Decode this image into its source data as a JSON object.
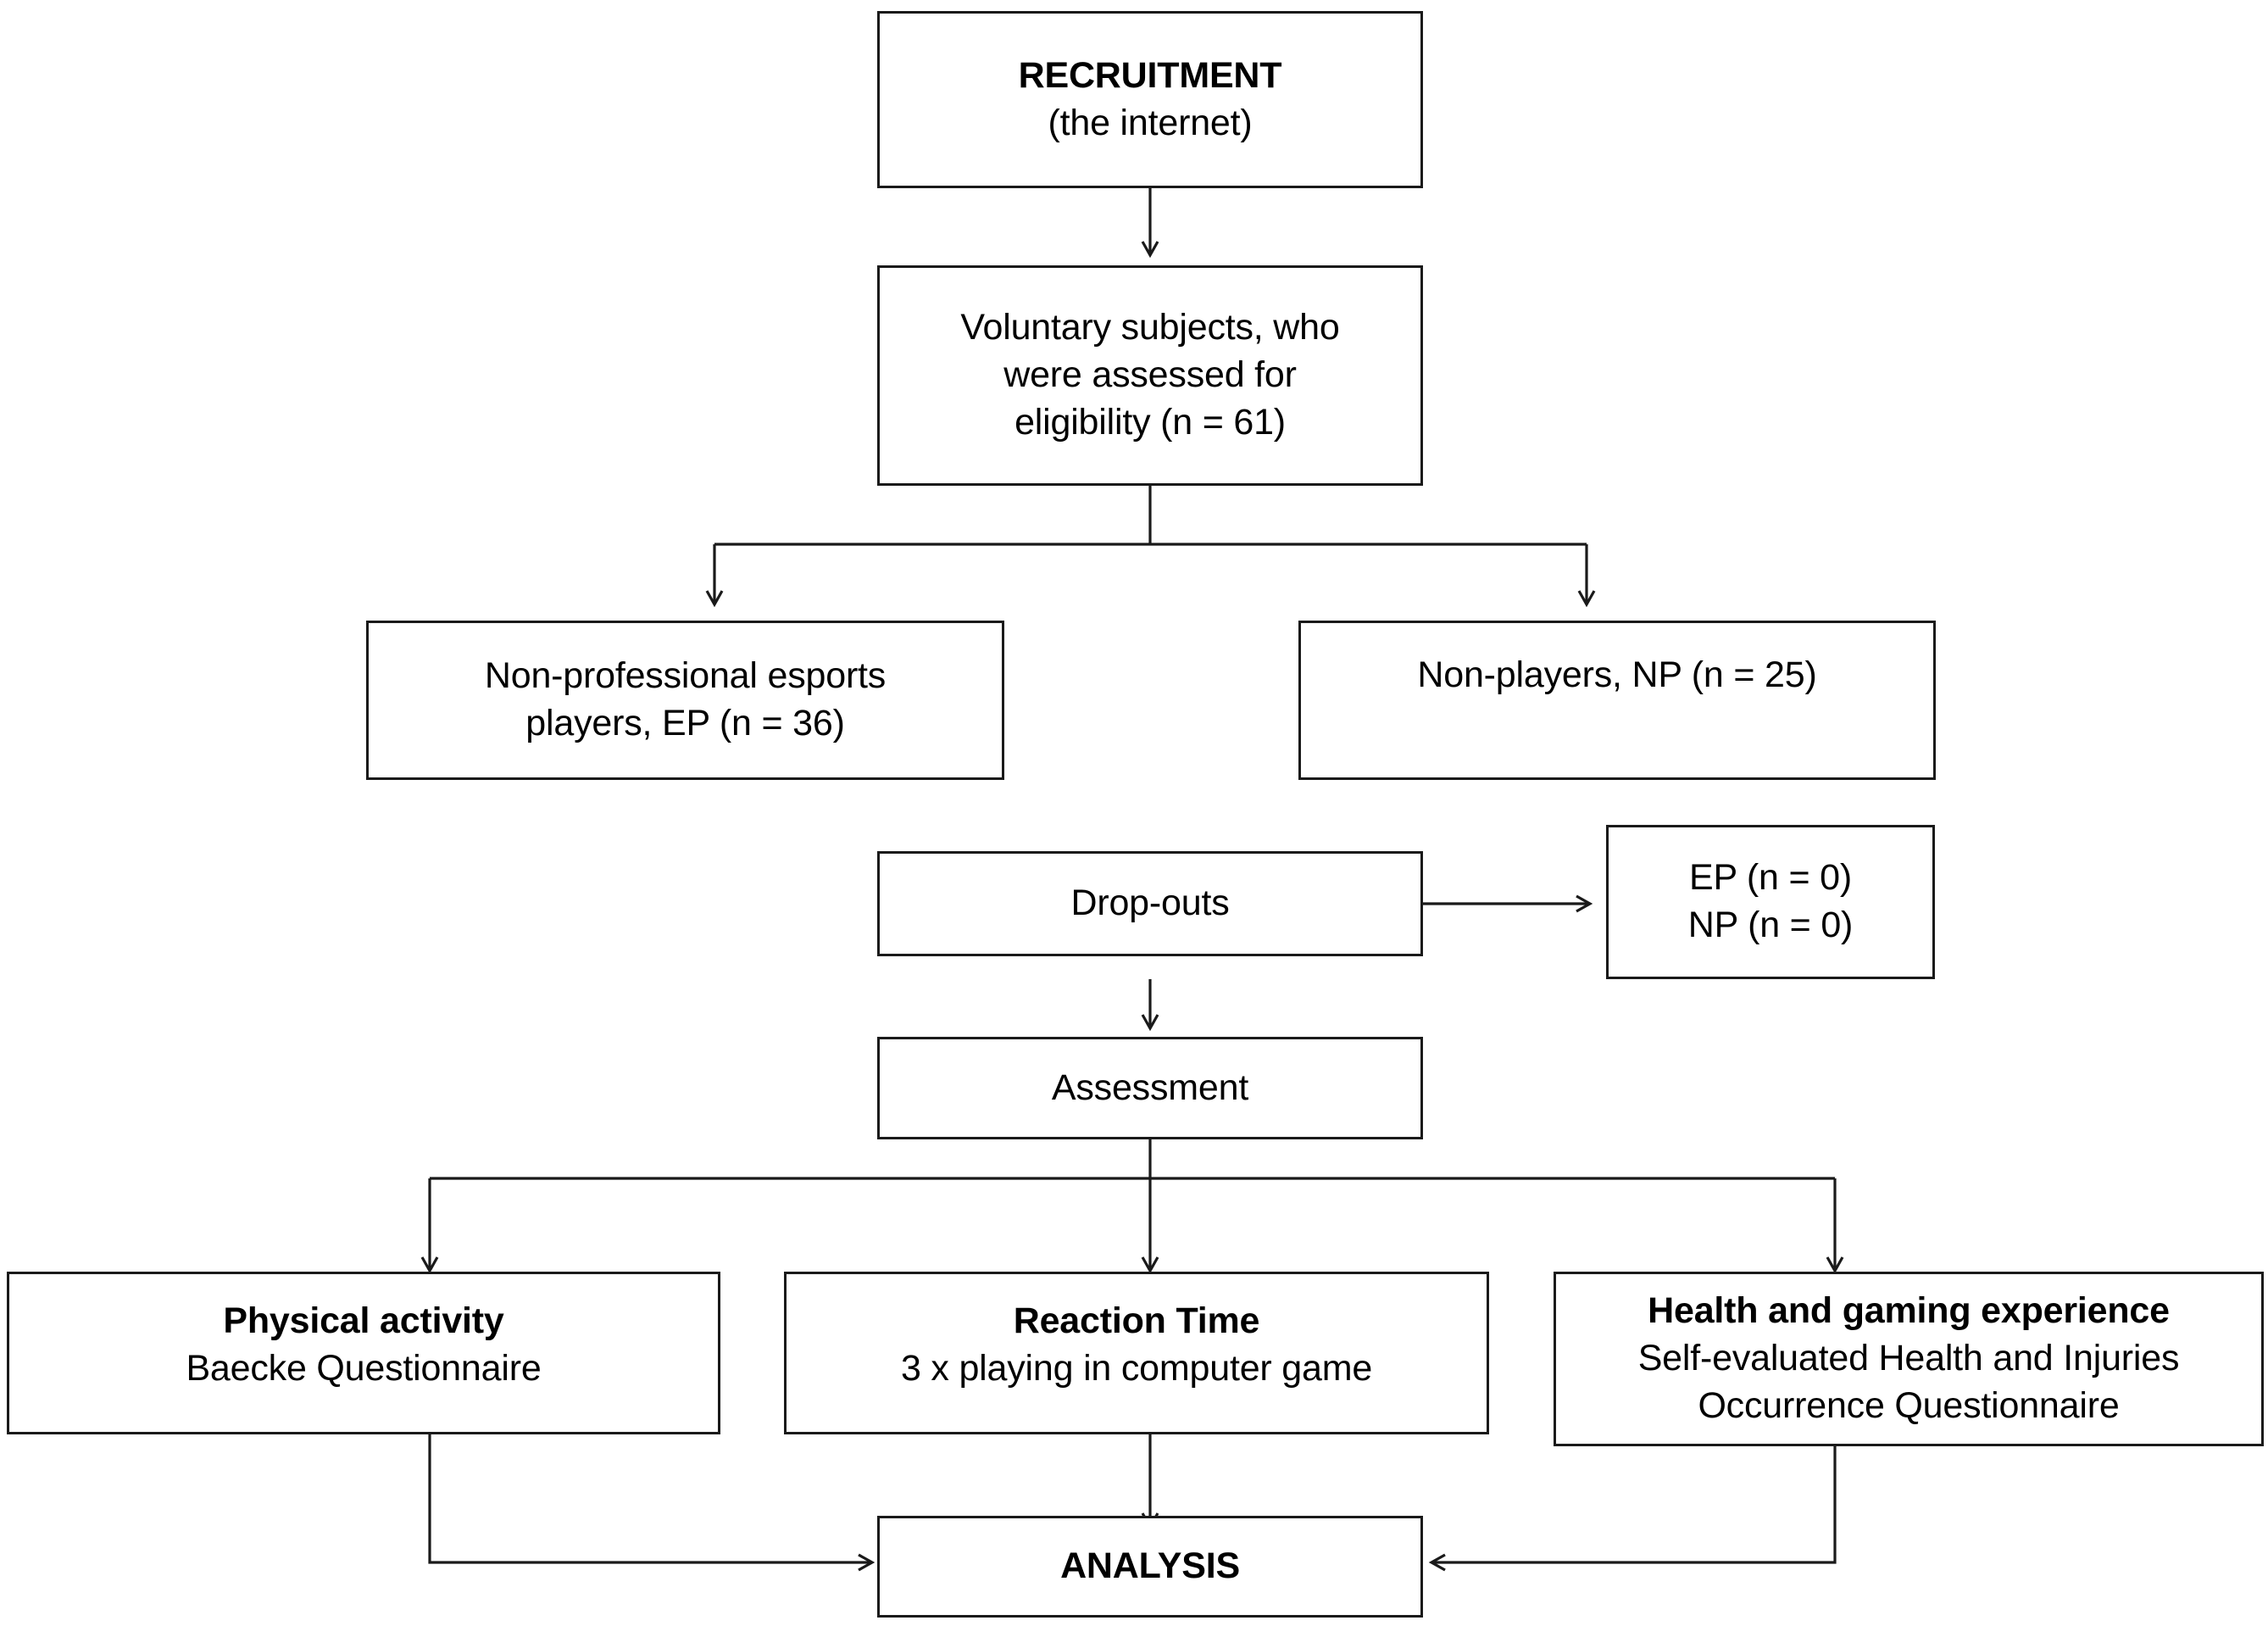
{
  "diagram": {
    "title": "Study flow diagram",
    "type": "flowchart",
    "background_color": "#ffffff",
    "line_color": "#1a1a1a",
    "text_color": "#000000"
  },
  "nodes": {
    "recruitment": {
      "lines": [
        {
          "text": "RECRUITMENT",
          "bold": true
        },
        {
          "text": "(the internet)",
          "bold": false
        }
      ]
    },
    "eligibility": {
      "lines": [
        {
          "text": "Voluntary subjects, who",
          "bold": false
        },
        {
          "text": "were assessed for",
          "bold": false
        },
        {
          "text": "eligibility (n = 61)",
          "bold": false
        }
      ]
    },
    "esports_players": {
      "lines": [
        {
          "text": "Non-professional esports",
          "bold": false
        },
        {
          "text": "players, EP (n = 36)",
          "bold": false
        }
      ]
    },
    "non_players": {
      "lines": [
        {
          "text": "Non-players, NP (n = 25)",
          "bold": false
        }
      ]
    },
    "dropouts": {
      "lines": [
        {
          "text": "Drop-outs",
          "bold": false
        }
      ]
    },
    "dropout_counts": {
      "lines": [
        {
          "text": "EP (n = 0)",
          "bold": false
        },
        {
          "text": "NP (n = 0)",
          "bold": false
        }
      ]
    },
    "assessment": {
      "lines": [
        {
          "text": "Assessment",
          "bold": false
        }
      ]
    },
    "physical_activity": {
      "lines": [
        {
          "text": "Physical activity",
          "bold": true
        },
        {
          "text": "Baecke Questionnaire",
          "bold": false
        }
      ]
    },
    "reaction_time": {
      "lines": [
        {
          "text": "Reaction Time",
          "bold": true
        },
        {
          "text": "3 x playing in computer game",
          "bold": false
        }
      ]
    },
    "health_gaming": {
      "lines": [
        {
          "text": "Health and gaming experience",
          "bold": true
        },
        {
          "text": "Self-evaluated Health and Injuries",
          "bold": false
        },
        {
          "text": "Occurrence Questionnaire",
          "bold": false
        }
      ]
    },
    "analysis": {
      "lines": [
        {
          "text": "ANALYSIS",
          "bold": true
        }
      ]
    }
  }
}
